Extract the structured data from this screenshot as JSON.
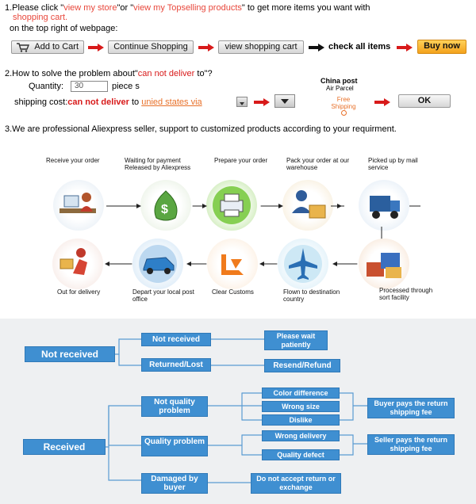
{
  "section1": {
    "line1_prefix": "1.Please click \"",
    "link_store": "view my store",
    "mid1": "\"or \"",
    "link_top": "view my Topselling products",
    "suffix": "\" to get more items you want with",
    "link_cart": "shopping cart.",
    "line3": "on the top right of webpage:",
    "buttons": {
      "add_to_cart": "Add to Cart",
      "continue_shopping": "Continue Shopping",
      "view_cart": "view shopping cart",
      "check_all": "check all items",
      "buy_now": "Buy now"
    }
  },
  "section2": {
    "title_prefix": "2.How to solve the problem about\"",
    "title_red": "can not deliver",
    "title_suffix": " to\"?",
    "quantity_label": "Quantity:",
    "quantity_value": "30",
    "quantity_unit": "piece s",
    "shipping_prefix": "shipping cost:",
    "shipping_red": "can not deliver",
    "shipping_to": " to ",
    "shipping_dest": "unied states via",
    "china_post": "China post",
    "air_parcel": "Air Parcel",
    "free_shipping": "Free Shipping",
    "ok": "OK"
  },
  "section3": {
    "title": "3.We are professional Aliexpress seller, support to customized products according to your requirment.",
    "steps_top": [
      "Receive your order",
      "Waiting for payment Released by Aliexpress",
      "Prepare your order",
      "Pack your order at our warehouse",
      "Picked up by mail service"
    ],
    "steps_bottom": [
      "Out for delivery",
      "Depart your local post office",
      "Clear Customs",
      "Flown to destination country",
      "Processed through sort facility"
    ]
  },
  "diagram": {
    "not_received": "Not received",
    "nr_not_received": "Not received",
    "nr_returned": "Returned/Lost",
    "nr_please_wait": "Please wait patiently",
    "nr_resend": "Resend/Refund",
    "received": "Received",
    "not_quality": "Not quality problem",
    "quality": "Quality problem",
    "damaged": "Damaged by buyer",
    "color_diff": "Color difference",
    "wrong_size": "Wrong size",
    "dislike": "Dislike",
    "wrong_delivery": "Wrong delivery",
    "quality_defect": "Quality defect",
    "buyer_pays": "Buyer pays the return shipping fee",
    "seller_pays": "Seller pays the return shipping fee",
    "no_accept": "Do not accept return or exchange"
  },
  "colors": {
    "accent_red": "#d81a1a",
    "box_blue": "#3f8fd1",
    "buy_orange": "#f3a21c"
  }
}
